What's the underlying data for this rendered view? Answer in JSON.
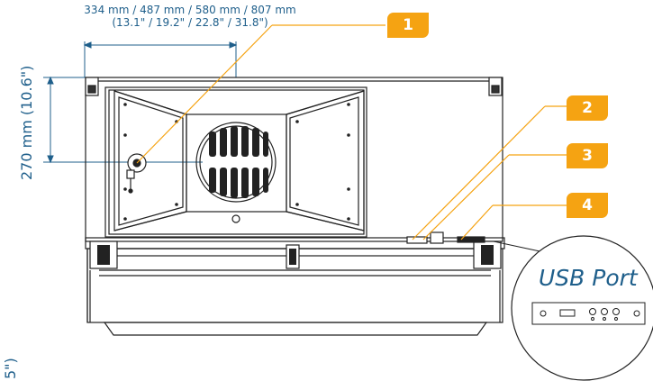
{
  "dimensions": {
    "width_line1": "334 mm / 487 mm / 580 mm / 807 mm",
    "width_line2": "(13.1\" / 19.2\" / 22.8\" / 31.8\")",
    "height": "270 mm (10.6\")",
    "bottom_fragment": "5\")"
  },
  "callouts": [
    "1",
    "2",
    "3",
    "4"
  ],
  "usb_inset": {
    "title": "USB Port"
  },
  "colors": {
    "accent": "#f5a312",
    "dimension_text": "#1f5f8b",
    "outline": "#222222"
  }
}
